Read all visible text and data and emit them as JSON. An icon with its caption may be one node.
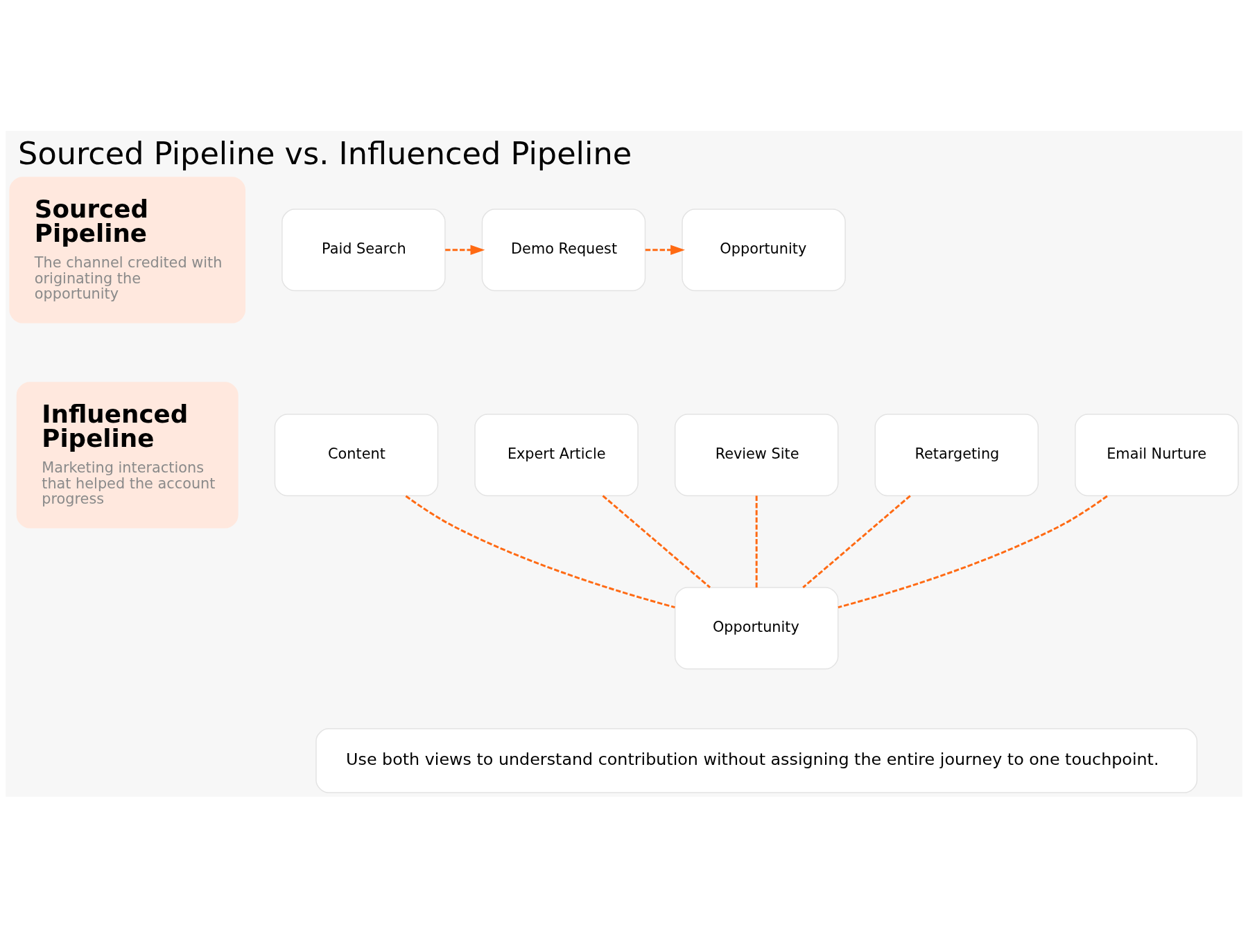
{
  "diagram": {
    "title": "Sourced Pipeline vs. Influenced Pipeline",
    "nodes": [
      {
        "text": [
          "Sourced Pipeline",
          "The channel credited with originating the opportunity"
        ]
      },
      {
        "text": [
          "Paid Search"
        ]
      },
      {
        "text": [
          "Demo Request"
        ]
      },
      {
        "text": [
          "Opportunity"
        ]
      },
      {
        "text": [
          "Influenced Pipeline",
          "Marketing interactions that helped the account progress"
        ]
      },
      {
        "text": [
          "Content"
        ]
      },
      {
        "text": [
          "Expert Article"
        ]
      },
      {
        "text": [
          "Review Site"
        ]
      },
      {
        "text": [
          "Retargeting"
        ]
      },
      {
        "text": [
          "Email Nurture"
        ]
      },
      {
        "text": [
          "Opportunity"
        ]
      },
      {
        "text": [
          "Use both views to understand contribution without assigning the entire journey to one touchpoint."
        ]
      }
    ],
    "edges": [
      {
        "from": 1,
        "to": 2,
        "arrow": "to",
        "style": "dashed"
      },
      {
        "from": 2,
        "to": 3,
        "arrow": "to",
        "style": "dashed"
      },
      {
        "from": 5,
        "to": 10,
        "arrow": "none",
        "style": "dashed"
      },
      {
        "from": 6,
        "to": 10,
        "arrow": "none",
        "style": "dashed"
      },
      {
        "from": 7,
        "to": 10,
        "arrow": "none",
        "style": "dashed"
      },
      {
        "from": 8,
        "to": 10,
        "arrow": "none",
        "style": "dashed"
      },
      {
        "from": 9,
        "to": 10,
        "arrow": "none",
        "style": "dashed"
      }
    ]
  }
}
